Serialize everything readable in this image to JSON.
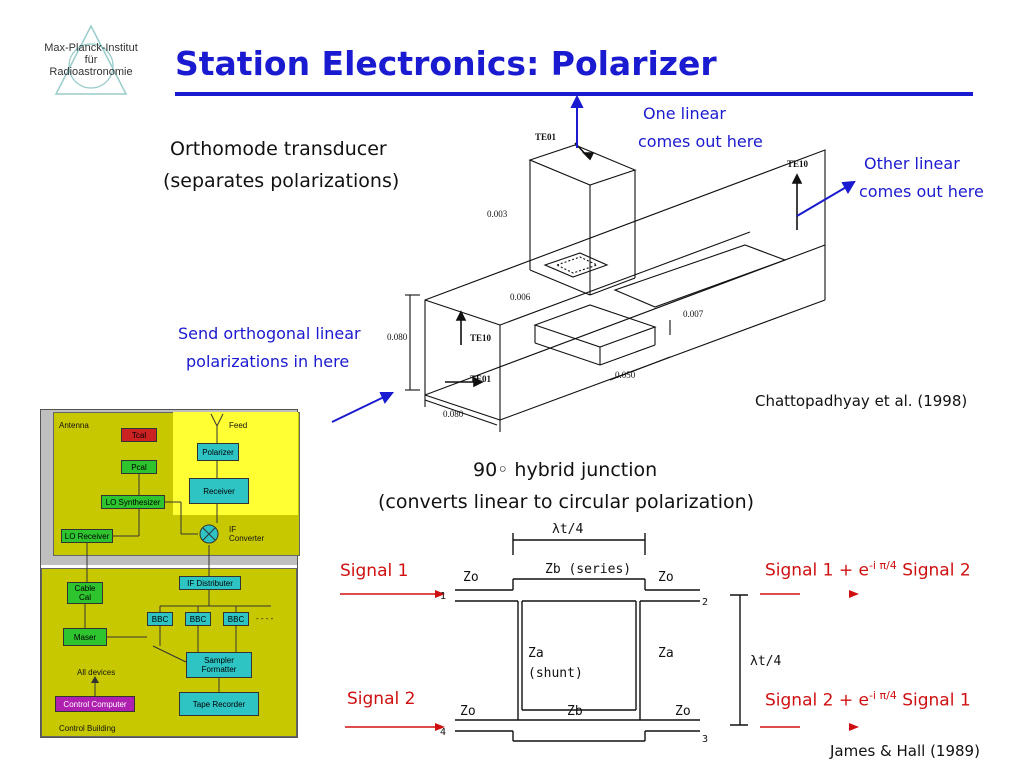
{
  "logo": {
    "line1": "Max-Planck-Institut",
    "line2": "für",
    "line3": "Radioastronomie"
  },
  "slide": {
    "title": "Station Electronics: Polarizer"
  },
  "omt": {
    "heading1": "Orthomode transducer",
    "heading2": "(separates polarizations)",
    "one_linear_1": "One linear",
    "one_linear_2": "comes out here",
    "other_linear_1": "Other linear",
    "other_linear_2": "comes out here",
    "send_1": "Send orthogonal linear",
    "send_2": "polarizations in here",
    "citation": "Chattopadhyay et al. (1998)",
    "fig_labels": {
      "te01_top": "TE01",
      "te10_right": "TE10",
      "te10_left": "TE10",
      "te01_left": "TE01",
      "d003": "0.003",
      "d006": "0.006",
      "d007": "0.007",
      "d080a": "0.080",
      "d050": "0.050",
      "d080b": "0.080"
    }
  },
  "hybrid": {
    "heading1": "90◦ hybrid junction",
    "heading2": "(converts linear to circular polarization)",
    "signal1_in": "Signal 1",
    "signal2_in": "Signal 2",
    "out_top_pre": "Signal 1 + e",
    "out_top_exp": "-i π/4",
    "out_top_post": " Signal 2",
    "out_bot_pre": "Signal 2 + e",
    "out_bot_exp": "-i π/4",
    "out_bot_post": " Signal 1",
    "citation": "James & Hall (1989)",
    "fig_labels": {
      "lambda_top": "λt/4",
      "zo_tl": "Zo",
      "zb_series": "Zb (series)",
      "zo_tr": "Zo",
      "za_left": "Za",
      "za_shunt": "(shunt)",
      "za_right": "Za",
      "lambda_right": "λt/4",
      "zo_bl": "Zo",
      "zb_bottom": "Zb",
      "zo_br": "Zo",
      "port1": "1",
      "port2": "2",
      "port3": "3",
      "port4": "4"
    }
  },
  "block_diagram": {
    "antenna": "Antenna",
    "feed": "Feed",
    "tcal": "Tcal",
    "pcal": "Pcal",
    "polarizer": "Polarizer",
    "receiver": "Receiver",
    "lo_synth": "LO Synthesizer",
    "lo_receiver": "LO Receiver",
    "if_converter": "IF Converter",
    "cable_cal": "Cable Cal",
    "if_distributer": "IF Distributer",
    "bbc1": "BBC",
    "bbc2": "BBC",
    "bbc3": "BBC",
    "maser": "Maser",
    "sampler": "Sampler Formatter",
    "all_devices": "All devices",
    "control_computer": "Control Computer",
    "tape_recorder": "Tape Recorder",
    "control_building": "Control Building"
  },
  "colors": {
    "title_blue": "#1a1ad0",
    "signal_red": "#d01010",
    "olive": "#c8c800",
    "yellow": "#ffff33",
    "cyan": "#2ec4c4"
  }
}
